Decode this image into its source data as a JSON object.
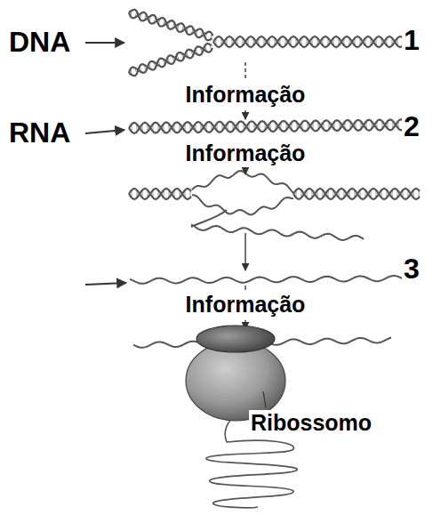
{
  "diagram": {
    "labels": [
      "DNA",
      "1",
      "Informação",
      "RNA",
      "2",
      "Informação",
      "3",
      "Informação",
      "Ribossomo"
    ]
  }
}
